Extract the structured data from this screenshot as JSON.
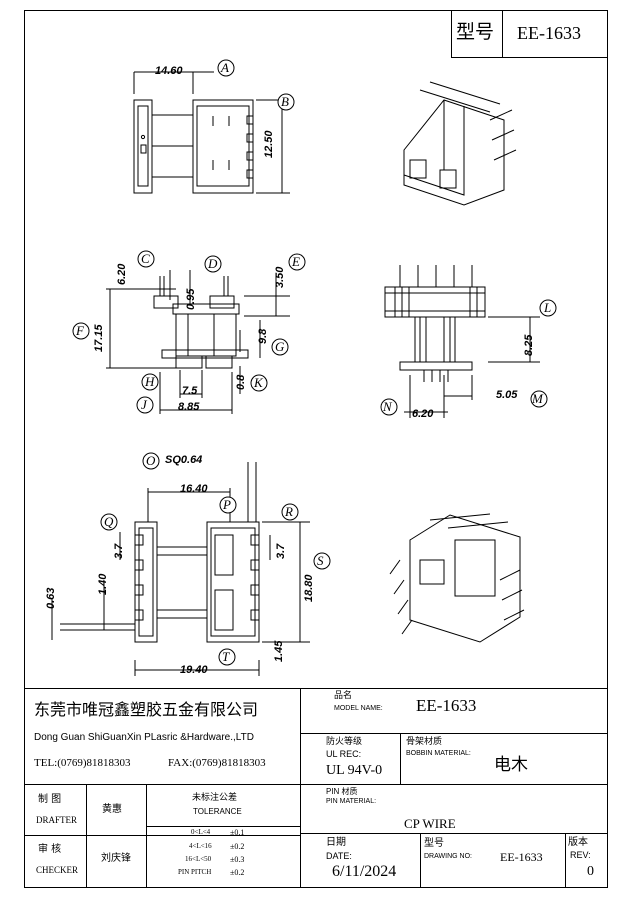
{
  "header": {
    "type_label": "型号",
    "type_value": "EE-1633"
  },
  "dimensions": {
    "d1460": "14.60",
    "d1250": "12.50",
    "d620": "6.20",
    "d095": "0.95",
    "d350": "3.50",
    "d1715": "17.15",
    "d98": "9.8",
    "d08": "0.8",
    "d75": "7.5",
    "d885": "8.85",
    "d825": "8.25",
    "d505": "5.05",
    "d620b": "6.20",
    "sq": "SQ0.64",
    "d1640": "16.40",
    "d37a": "3.7",
    "d37b": "3.7",
    "d140": "1.40",
    "d063": "0.63",
    "d1880": "18.80",
    "d145": "1.45",
    "d1940": "19.40"
  },
  "callouts": {
    "A": "A",
    "B": "B",
    "C": "C",
    "D": "D",
    "E": "E",
    "F": "F",
    "G": "G",
    "H": "H",
    "J": "J",
    "K": "K",
    "L": "L",
    "M": "M",
    "N": "N",
    "O": "O",
    "P": "P",
    "Q": "Q",
    "R": "R",
    "S": "S",
    "T": "T"
  },
  "title_block": {
    "company_cn": "东莞市唯冠鑫塑胶五金有限公司",
    "company_en": "Dong Guan ShiGuanXin PLasric &Hardware.,LTD",
    "tel": "TEL:(0769)81818303",
    "fax": "FAX:(0769)81818303",
    "model_name_cn": "品名",
    "model_name_en": "MODEL NAME:",
    "model_name_value": "EE-1633",
    "ul_cn": "防火等级",
    "ul_en": "UL REC:",
    "ul_value": "UL 94V-0",
    "bobbin_cn": "骨架材质",
    "bobbin_en": "BOBBIN MATERIAL:",
    "bobbin_value": "电木",
    "drafter_cn": "制  图",
    "drafter_en": "DRAFTER",
    "drafter_name": "黄惠",
    "checker_cn": "审  核",
    "checker_en": "CHECKER",
    "checker_name": "刘庆锋",
    "tol_cn": "未标注公差",
    "tol_en": "TOLERANCE",
    "tol_rows": [
      {
        "range": "0<L<4",
        "val": "±0.1"
      },
      {
        "range": "4<L<16",
        "val": "±0.2"
      },
      {
        "range": "16<L<50",
        "val": "±0.3"
      },
      {
        "range": "PIN PITCH",
        "val": "±0.2"
      }
    ],
    "pin_cn": "PIN 材质",
    "pin_en": "PIN MATERIAL:",
    "pin_value": "CP WIRE",
    "date_cn": "日期",
    "date_en": "DATE:",
    "date_value": "6/11/2024",
    "drawing_cn": "型号",
    "drawing_en": "DRAWING NO:",
    "drawing_value": "EE-1633",
    "rev_cn": "版本",
    "rev_en": "REV:",
    "rev_value": "0"
  }
}
